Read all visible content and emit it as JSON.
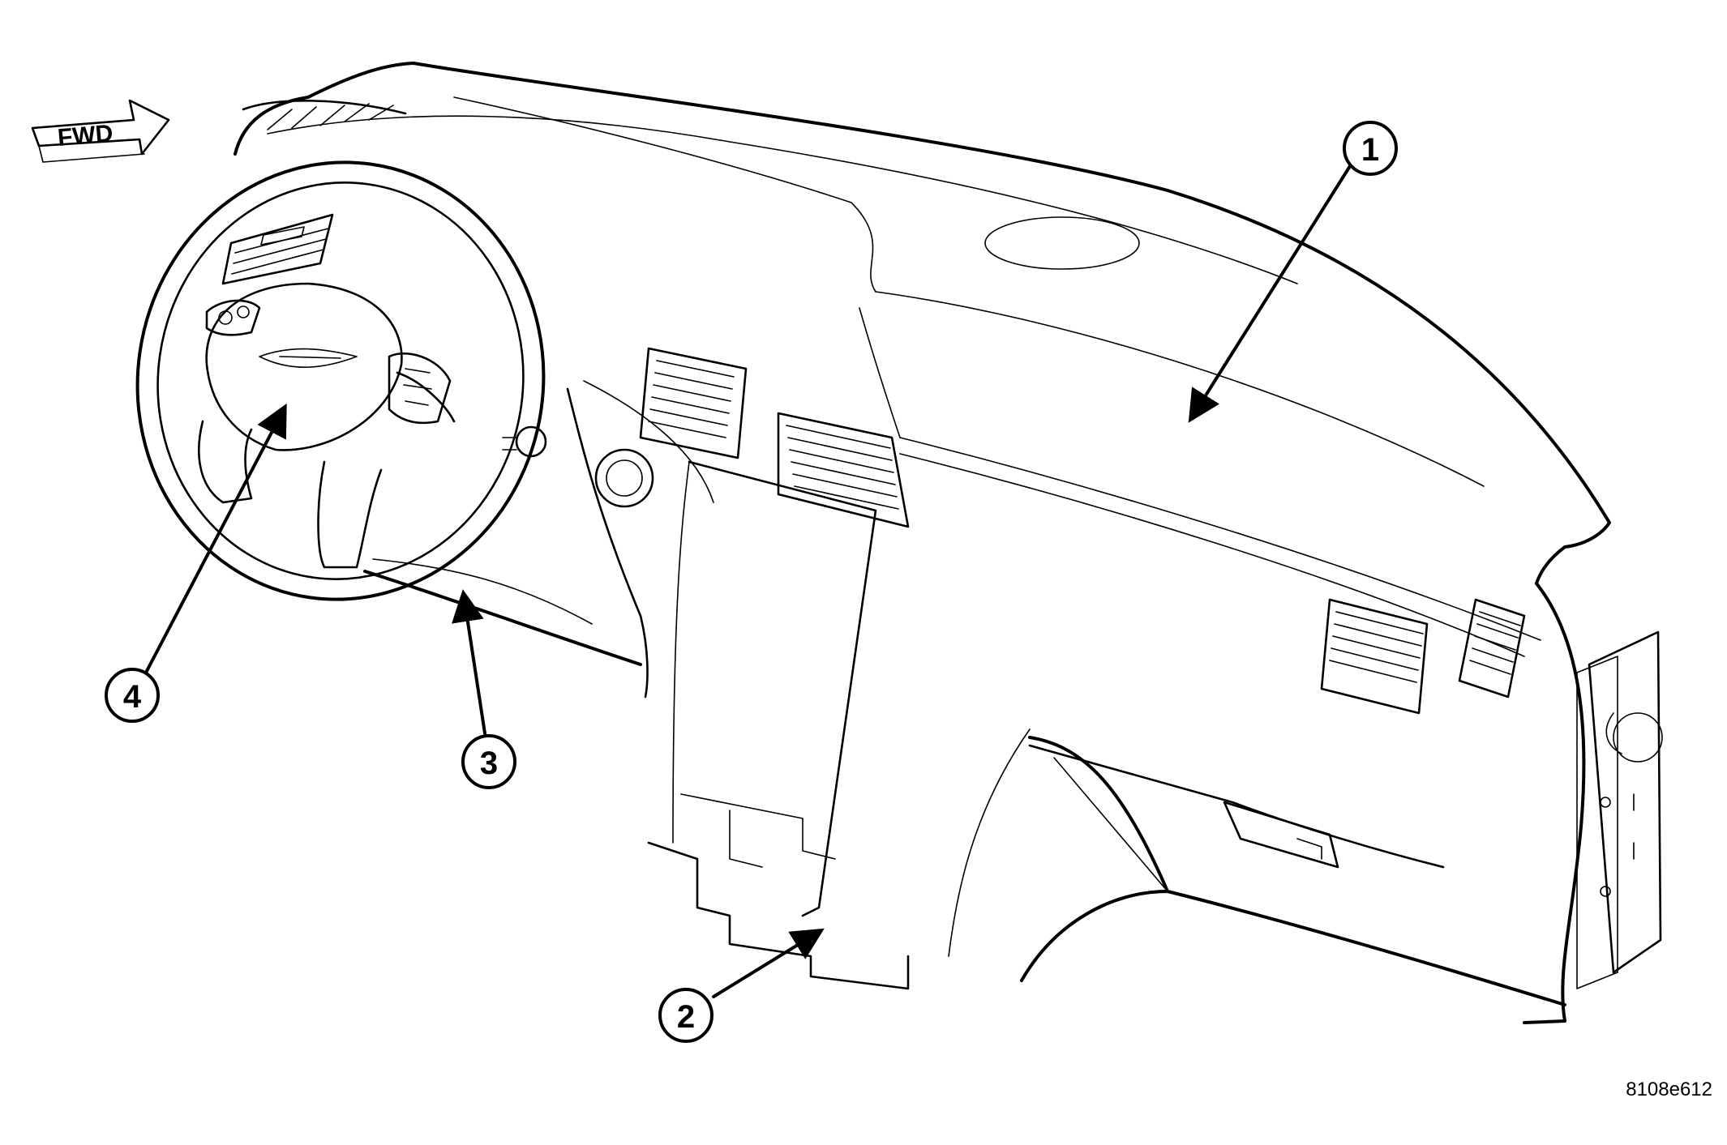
{
  "direction_label": "FWD",
  "callouts": [
    {
      "id": "1",
      "label": "1"
    },
    {
      "id": "2",
      "label": "2"
    },
    {
      "id": "3",
      "label": "3"
    },
    {
      "id": "4",
      "label": "4"
    }
  ],
  "figure_ref": "8108e612",
  "colors": {
    "ink": "#000000",
    "background": "#ffffff"
  }
}
